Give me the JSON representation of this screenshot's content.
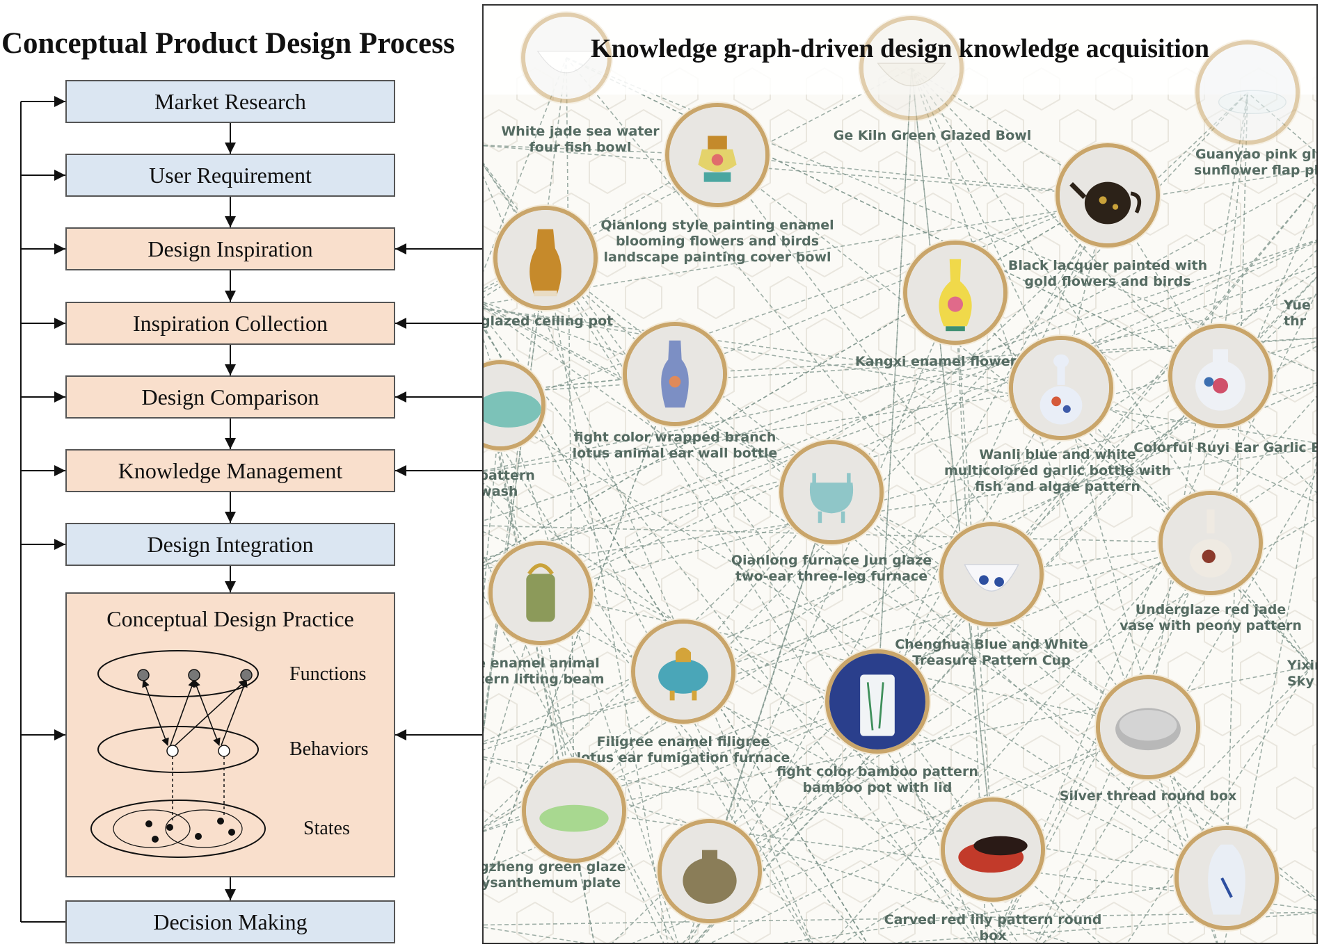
{
  "left_panel": {
    "title": "Conceptual Product Design Process",
    "steps": [
      {
        "label": "Market Research",
        "color": "blue"
      },
      {
        "label": "User Requirement",
        "color": "blue"
      },
      {
        "label": "Design Inspiration",
        "color": "peach"
      },
      {
        "label": "Inspiration Collection",
        "color": "peach"
      },
      {
        "label": "Design Comparison",
        "color": "peach"
      },
      {
        "label": "Knowledge Management",
        "color": "peach"
      },
      {
        "label": "Design Integration",
        "color": "blue"
      }
    ],
    "practice": {
      "title": "Conceptual Design Practice",
      "functions_label": "Functions",
      "behaviors_label": "Behaviors",
      "states_label": "States"
    },
    "final_step": {
      "label": "Decision Making",
      "color": "blue"
    }
  },
  "knowledge_graph": {
    "title": "Knowledge graph-driven design knowledge acquisition",
    "colors": {
      "ring": "#c9a56a",
      "label": "#556b62",
      "edge": "#7f958c"
    },
    "nodes": [
      {
        "label": "White jade sea water\nfour fish bowl",
        "icon": "white-bowl-icon"
      },
      {
        "label": "Ge Kiln Green Glazed Bowl",
        "icon": "crackle-bowl-icon"
      },
      {
        "label": "Guanyao pink glaze\nsunflower flap plate",
        "icon": "plate-icon"
      },
      {
        "label": "Qianlong style painting enamel\nblooming flowers and birds\nlandscape painting cover bowl",
        "icon": "enamel-cover-bowl-icon"
      },
      {
        "label": "Black lacquer painted with\ngold flowers and birds",
        "icon": "teapot-icon"
      },
      {
        "label": "w glazed ceiling pot",
        "icon": "yellow-ewer-icon"
      },
      {
        "label": "Kangxi enamel flower vase",
        "icon": "flower-vase-icon"
      },
      {
        "label": "fight color wrapped branch\nlotus animal ear wall bottle",
        "icon": "wall-bottle-icon"
      },
      {
        "label": "Wanli blue and white\nmulticolored garlic bottle with\nfish and algae pattern",
        "icon": "garlic-bottle-icon"
      },
      {
        "label": "Colorful Ruyi Ear Garlic B",
        "icon": "ruyi-vase-icon"
      },
      {
        "label": "Yue\nthr",
        "icon": ""
      },
      {
        "label": "vig pattern\nt wash",
        "icon": "brush-washer-icon"
      },
      {
        "label": "Qianlong furnace Jun glaze\ntwo-ear three-leg furnace",
        "icon": "tripod-furnace-icon"
      },
      {
        "label": "Chenghua Blue and White\nTreasure Pattern Cup",
        "icon": "blue-cup-icon"
      },
      {
        "label": "Underglaze red jade\nvase with peony pattern",
        "icon": "yuhuchun-vase-icon"
      },
      {
        "label": "ee enamel animal\nattern lifting beam",
        "icon": "lifting-beam-pot-icon"
      },
      {
        "label": "Filigree enamel filigree\nlotus ear fumigation furnace",
        "icon": "censer-icon"
      },
      {
        "label": "fight color bamboo pattern\nbamboo pot with lid",
        "icon": "bamboo-pot-icon"
      },
      {
        "label": "Yixin\nSky B",
        "icon": ""
      },
      {
        "label": "Silver thread round box",
        "icon": "silver-box-icon"
      },
      {
        "label": "Yongzheng green glaze\nchrysanthemum plate",
        "icon": "green-plate-icon"
      },
      {
        "label": "Carved red lily pattern round box",
        "icon": "red-box-icon"
      },
      {
        "label": "",
        "icon": "jar-icon"
      },
      {
        "label": "",
        "icon": "meiping-vase-icon"
      }
    ]
  }
}
